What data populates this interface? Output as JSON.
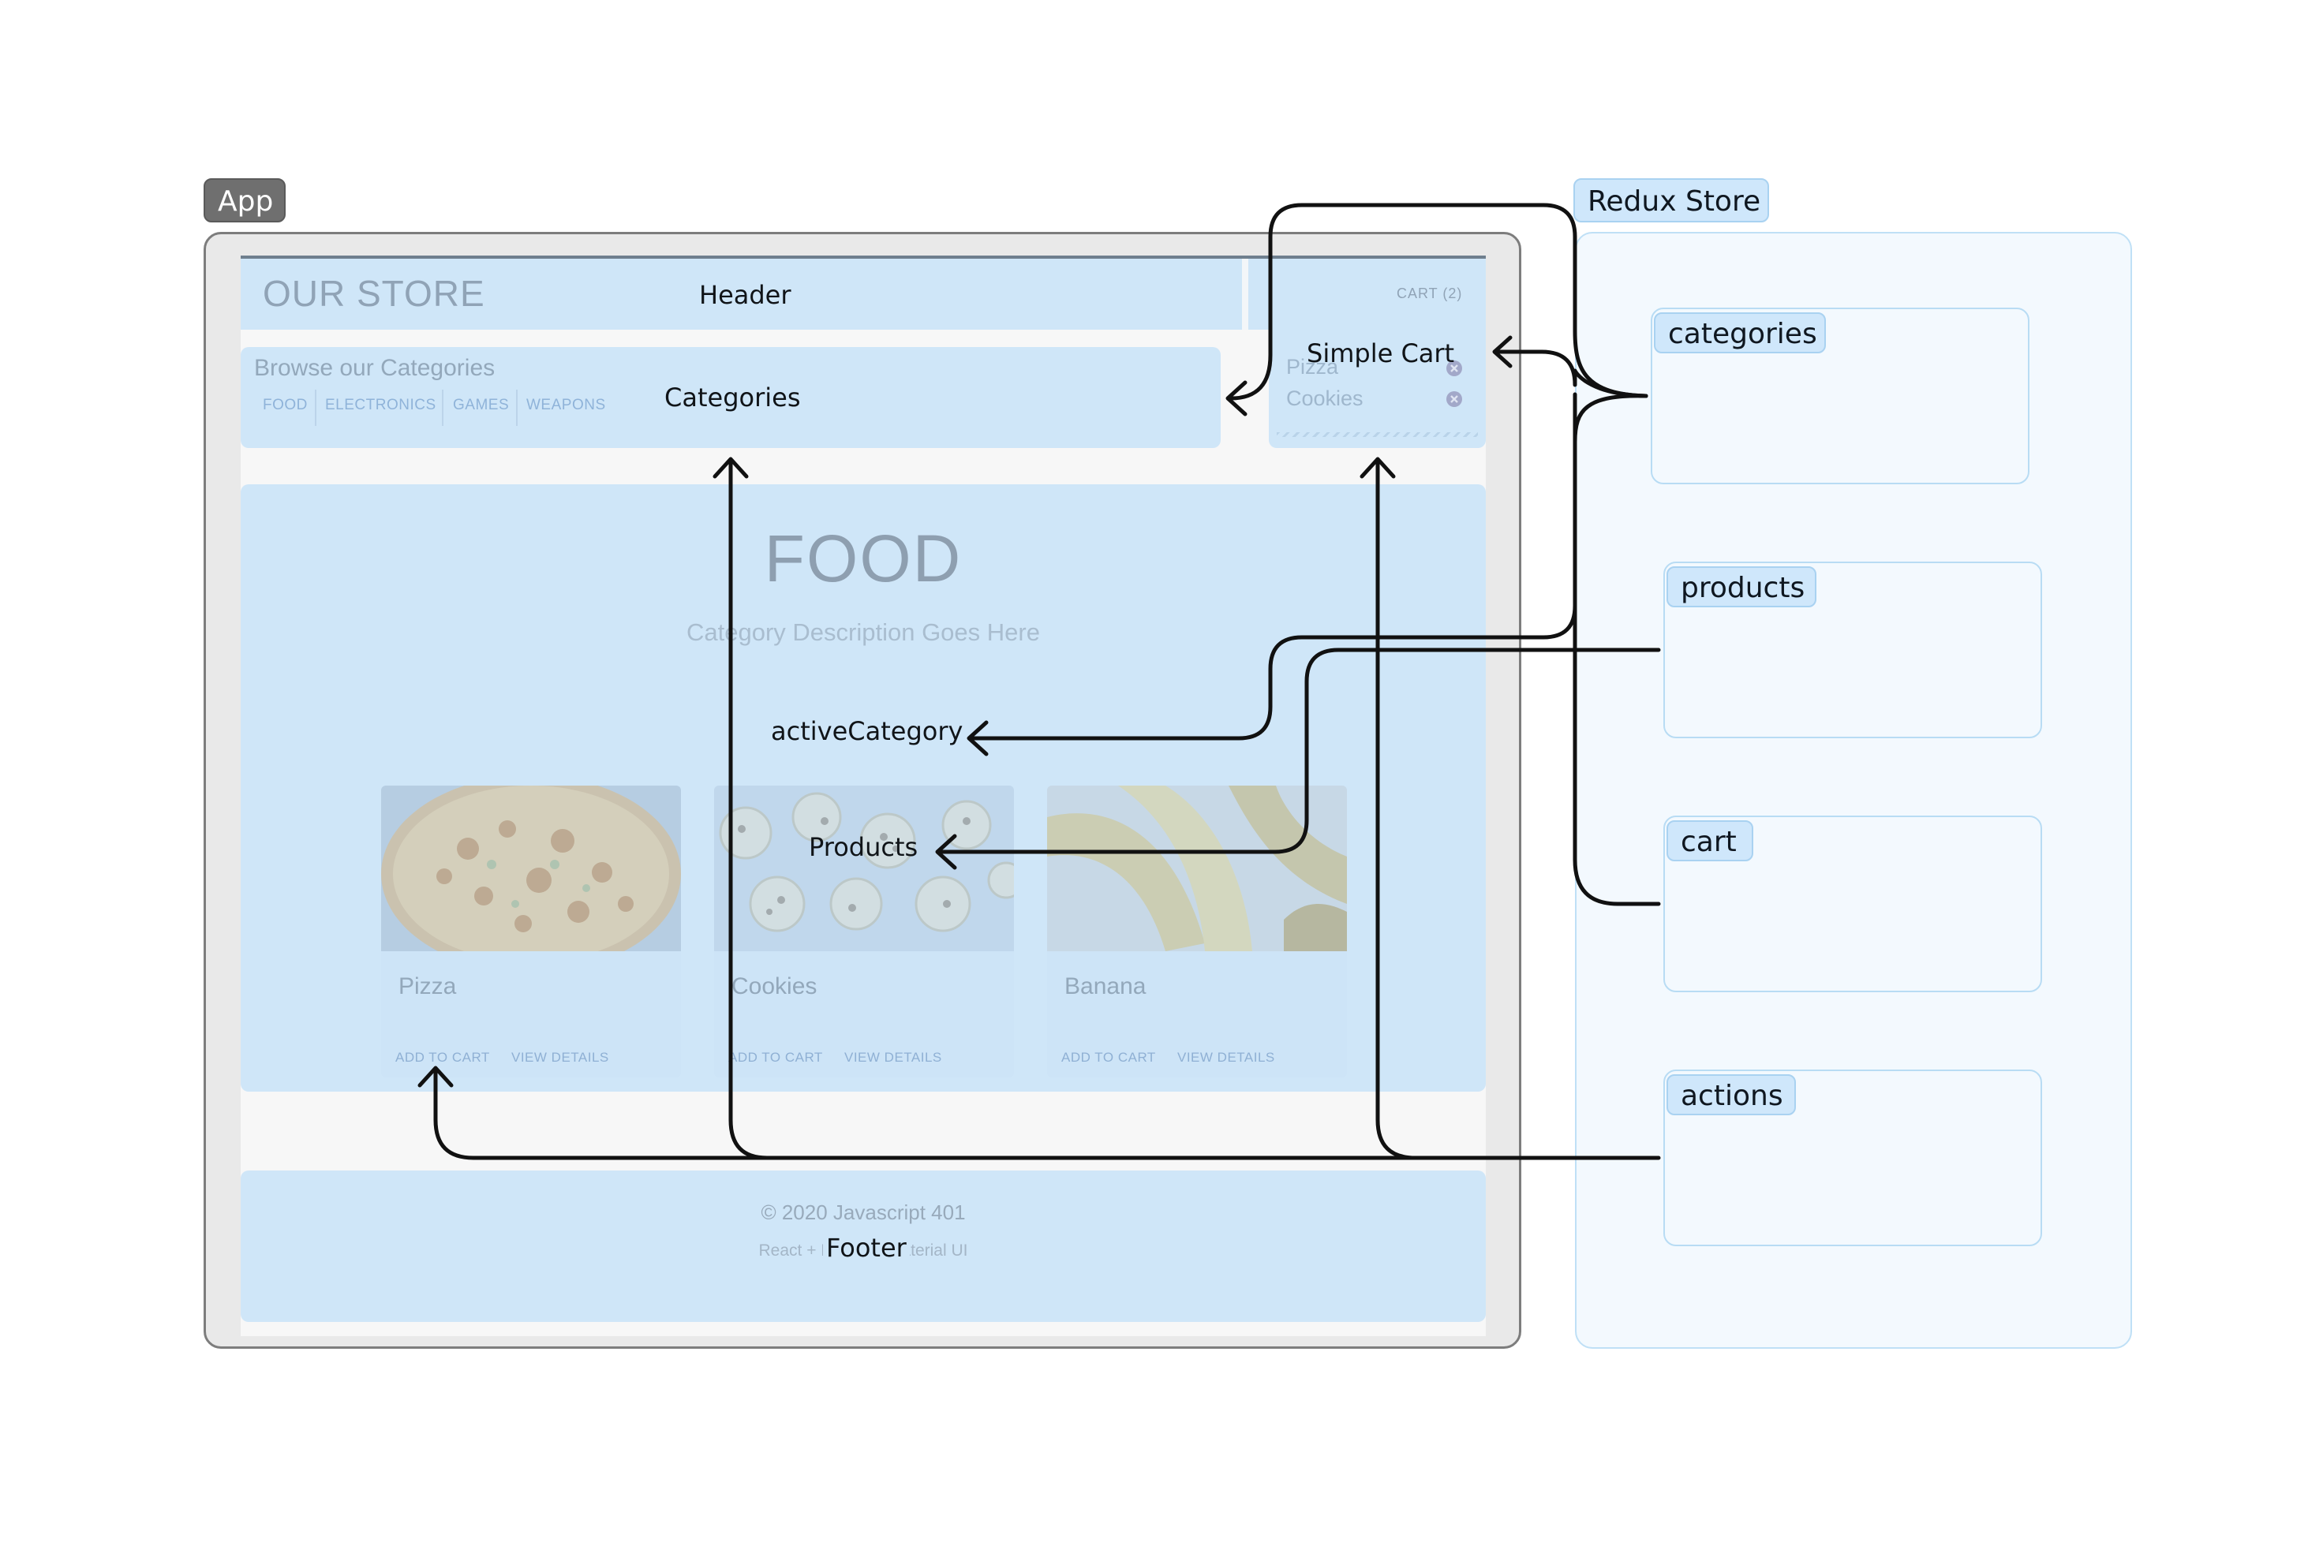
{
  "app_tag": "App",
  "store_tag": "Redux Store",
  "header": {
    "brand": "OUR STORE",
    "label": "Header",
    "cart_link": "CART (2)"
  },
  "categories": {
    "heading": "Browse our Categories",
    "label": "Categories",
    "links": [
      "FOOD",
      "ELECTRONICS",
      "GAMES",
      "WEAPONS"
    ]
  },
  "simple_cart": {
    "label": "Simple Cart",
    "items": [
      "Pizza",
      "Cookies"
    ],
    "remove_icon": "x-circle-icon"
  },
  "main": {
    "title": "FOOD",
    "description": "Category Description Goes Here",
    "active_category_label": "activeCategory",
    "products_label": "Products"
  },
  "products": [
    {
      "name": "Pizza",
      "add_label": "ADD TO CART",
      "details_label": "VIEW DETAILS"
    },
    {
      "name": "Cookies",
      "add_label": "ADD TO CART",
      "details_label": "VIEW DETAILS"
    },
    {
      "name": "Banana",
      "add_label": "ADD TO CART",
      "details_label": "VIEW DETAILS"
    }
  ],
  "footer": {
    "copyright": "© 2020 Javascript 401",
    "tech": "React + Redux + Material UI",
    "label": "Footer"
  },
  "store_slices": [
    "categories",
    "products",
    "cart",
    "actions"
  ],
  "colors": {
    "region_fill": "#cfe6f8",
    "tag_blue": "#cfe7fb",
    "tag_dark": "#6f6f6f",
    "arrow": "#111111"
  }
}
